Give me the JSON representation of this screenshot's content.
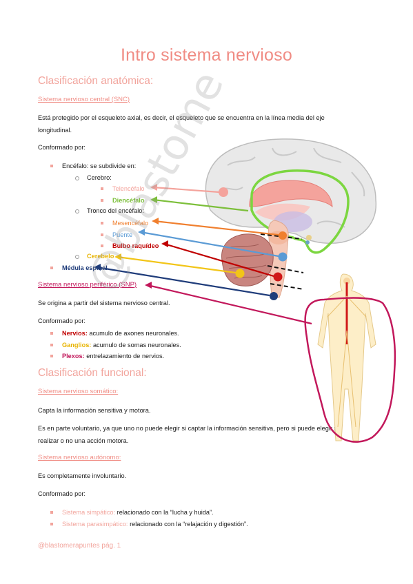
{
  "title": "Intro sistema nervioso",
  "anatomica": {
    "heading": "Clasificación anatómica:",
    "snc_heading": "Sistema nervioso central (SNC)",
    "snc_desc_1": "Está protegido por el esqueleto axial, es decir, el esqueleto que se encuentra en la línea media del eje",
    "snc_desc_2": "longitudinal.",
    "conformado": "Conformado por:",
    "encefalo": "Encéfalo: se subdivide en:",
    "cerebro": "Cerebro:",
    "telencefalo": "Telencéfalo",
    "diencefalo": "Diencéfalo",
    "tronco": "Tronco del encéfalo:",
    "mesencefalo": "Mesencéfalo",
    "puente": "Puente",
    "bulbo": "Bulbo raquídeo",
    "cerebelo": "Cerebelo",
    "medula": "Médula espinal",
    "snp_heading": "Sistema nervioso periférico (SNP)",
    "snp_desc": "Se origina a partir del sistema nervioso central.",
    "conformado2": "Conformado por:",
    "nervios_label": "Nervios:",
    "nervios_text": "acumulo de axones neuronales.",
    "ganglios_label": "Ganglios:",
    "ganglios_text": "acumulo de somas neuronales.",
    "plexos_label": "Plexos:",
    "plexos_text": "entrelazamiento de nervios."
  },
  "funcional": {
    "heading": "Clasificación funcional:",
    "somatico_heading": "Sistema nervioso somático:",
    "somatico_1": "Capta la información sensitiva y motora.",
    "somatico_2a": "Es en parte voluntario, ya que uno no puede elegir si captar la información sensitiva, pero si puede elegir si",
    "somatico_2b": "realizar o no una acción motora.",
    "autonomo_heading": "Sistema nervioso autónomo:",
    "autonomo_1": "Es completamente involuntario.",
    "conformado": "Conformado por:",
    "simpatico_label": "Sistema simpático:",
    "simpatico_text": "relacionado con la “lucha y huida”.",
    "parasimpatico_label": "Sistema parasimpático:",
    "parasimpatico_text": "relacionado con la “relajación y digestión”."
  },
  "watermark": "@blastome",
  "footer": "@blastomerapuntes pág. 1",
  "colors": {
    "title": "#f08c84",
    "heading": "#f2a59d",
    "telencefalo": "#f4a39c",
    "diencefalo": "#7cbf3a",
    "mesencefalo": "#f07f2e",
    "puente": "#5b9bd5",
    "bulbo": "#c00000",
    "cerebelo": "#e8b400",
    "medula": "#1f3c7a",
    "snp": "#c2185b"
  }
}
